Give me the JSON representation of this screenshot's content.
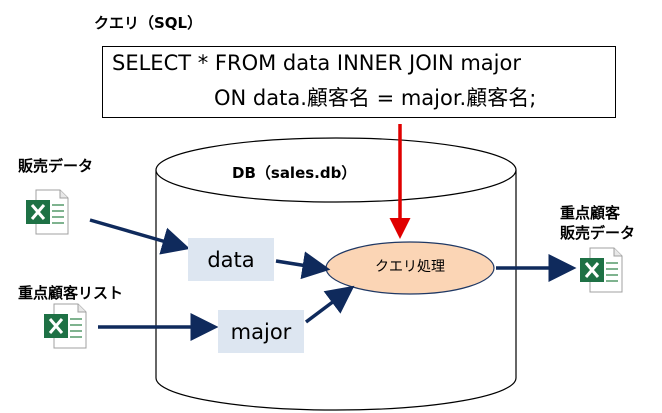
{
  "sql": {
    "caption": "クエリ（SQL）",
    "line1": "SELECT * FROM data INNER JOIN major",
    "line2": "ON data.顧客名 = major.顧客名;"
  },
  "db": {
    "label": "DB（sales.db）"
  },
  "inputs": {
    "sales_label": "販売データ",
    "major_list_label": "重点顧客リスト"
  },
  "tables": {
    "data": "data",
    "major": "major"
  },
  "process": {
    "label": "クエリ処理"
  },
  "output": {
    "line1": "重点顧客",
    "line2": "販売データ"
  },
  "colors": {
    "arrow_navy": "#0f2a5c",
    "arrow_red": "#e00000",
    "ellipse_fill": "#fbd5b5",
    "table_fill": "#dde6f1",
    "excel_green": "#1e7145"
  },
  "icons": [
    "excel-file-icon"
  ]
}
